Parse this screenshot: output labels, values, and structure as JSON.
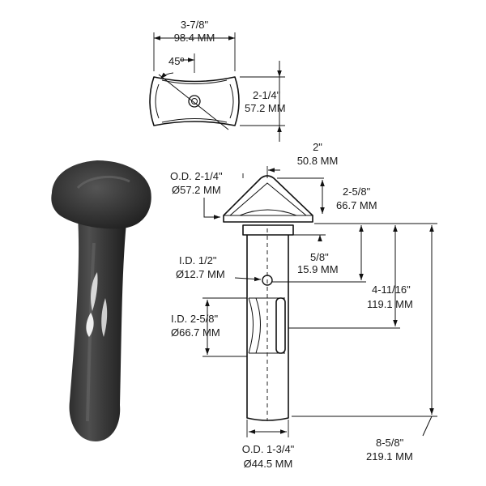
{
  "labels": {
    "top_width_in": "3-7/8\"",
    "top_width_mm": "98.4 MM",
    "angle": "45º",
    "top_height_in": "2-1/4\"",
    "top_height_mm": "57.2 MM",
    "head_width_in": "2\"",
    "head_width_mm": "50.8 MM",
    "head_od_in": "O.D. 2-1/4\"",
    "head_od_mm": "Ø57.2 MM",
    "head_height_in": "2-5/8\"",
    "head_height_mm": "66.7 MM",
    "collar_in": "5/8\"",
    "collar_mm": "15.9 MM",
    "hole_id_in": "I.D. 1/2\"",
    "hole_id_mm": "Ø12.7 MM",
    "slot_id_in": "I.D. 2-5/8\"",
    "slot_id_mm": "Ø66.7 MM",
    "slot_pos_in": "4-11/16\"",
    "slot_pos_mm": "119.1 MM",
    "shaft_od_in": "O.D. 1-3/4\"",
    "shaft_od_mm": "Ø44.5 MM",
    "length_in": "8-5/8\"",
    "length_mm": "219.1 MM"
  }
}
